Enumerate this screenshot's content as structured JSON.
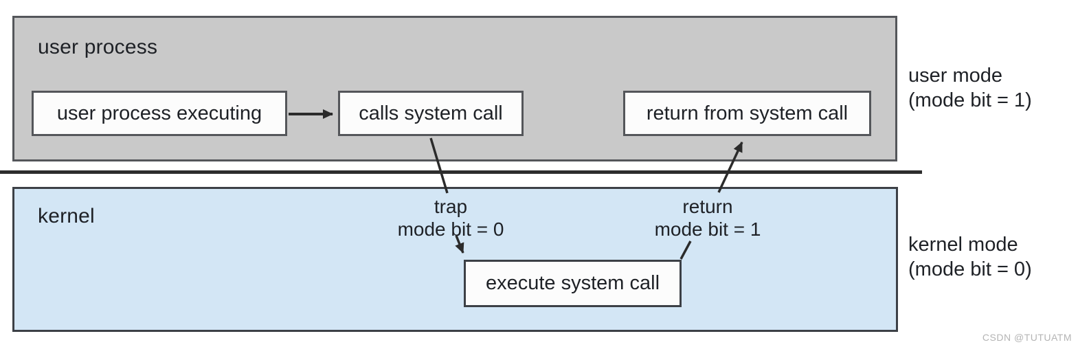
{
  "diagram": {
    "user_region": {
      "label": "user process",
      "boxes": {
        "executing": "user process executing",
        "calls": "calls system call",
        "return_from": "return from system call"
      }
    },
    "kernel_region": {
      "label": "kernel",
      "boxes": {
        "execute": "execute system call"
      }
    },
    "annotations": {
      "trap_line1": "trap",
      "trap_line2": "mode bit = 0",
      "return_line1": "return",
      "return_line2": "mode bit = 1"
    },
    "side_labels": {
      "user_mode_line1": "user mode",
      "user_mode_line2": "(mode bit = 1)",
      "kernel_mode_line1": "kernel mode",
      "kernel_mode_line2": "(mode bit = 0)"
    },
    "colors": {
      "user_region_fill": "#c9c9c9",
      "kernel_region_fill": "#d3e6f5",
      "box_fill": "#fcfcfc",
      "border": "#54565a",
      "line": "#2b2b2b",
      "text": "#1e2126"
    },
    "watermark": "CSDN @TUTUATM"
  }
}
